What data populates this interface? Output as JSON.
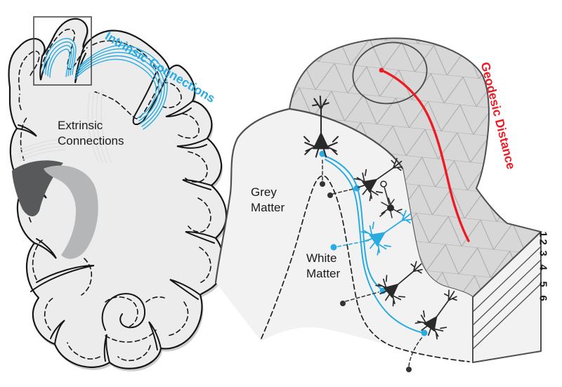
{
  "figure": {
    "left_panel": {
      "intrinsic_label": "Intrinsic Connections",
      "extrinsic_label": "Extrinsic\nConnections"
    },
    "right_panel": {
      "grey_matter_label": "Grey\nMatter",
      "white_matter_label": "White\nMatter",
      "geodesic_label": "Geodesic Distance",
      "cortical_layers": [
        "1",
        "2",
        "3",
        "4",
        "5",
        "6"
      ]
    },
    "colors": {
      "intrinsic_blue": "#29abe2",
      "geodesic_red": "#ed1c24",
      "cortex_fill": "#ececec",
      "shadow_grey": "#cdcdcd",
      "mesh_fill": "#d7d7d7",
      "mesh_line": "#a8a8a8",
      "face_fill": "#f2f2f2",
      "dark_nucleus": "#58595b",
      "mid_nucleus": "#b4b6b8",
      "outline_black": "#161616",
      "outline_grey": "#4f4f4f"
    }
  }
}
